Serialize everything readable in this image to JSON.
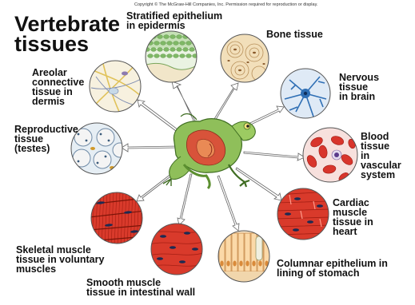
{
  "copyright": "Copyright © The McGraw-Hill Companies, Inc. Permission required for reproduction or display.",
  "title": "Vertebrate\ntissues",
  "labels": {
    "stratified": "Stratified epithelium\nin epidermis",
    "bone": "Bone tissue",
    "nervous": "Nervous\ntissue\nin brain",
    "areolar": "Areolar\nconnective\ntissue in\ndermis",
    "reproductive": "Reproductive\ntissue\n(testes)",
    "blood": "Blood\ntissue\nin\nvascular\nsystem",
    "cardiac": "Cardiac\nmuscle\ntissue in\nheart",
    "skeletal": "Skeletal muscle\ntissue in voluntary\nmuscles",
    "smooth": "Smooth muscle\ntissue in intestinal wall",
    "columnar": "Columnar epithelium in\nlining of stomach"
  },
  "colors": {
    "frog_body": "#8fbf5a",
    "frog_organs": "#d8533a",
    "muscle_red": "#d93a2b",
    "bone_tan": "#e8cfa0",
    "nerve_blue": "#2f6fb5",
    "blood_red": "#d8352c",
    "epithelium_green": "#9ccc8a",
    "arrow": "#ffffff"
  }
}
